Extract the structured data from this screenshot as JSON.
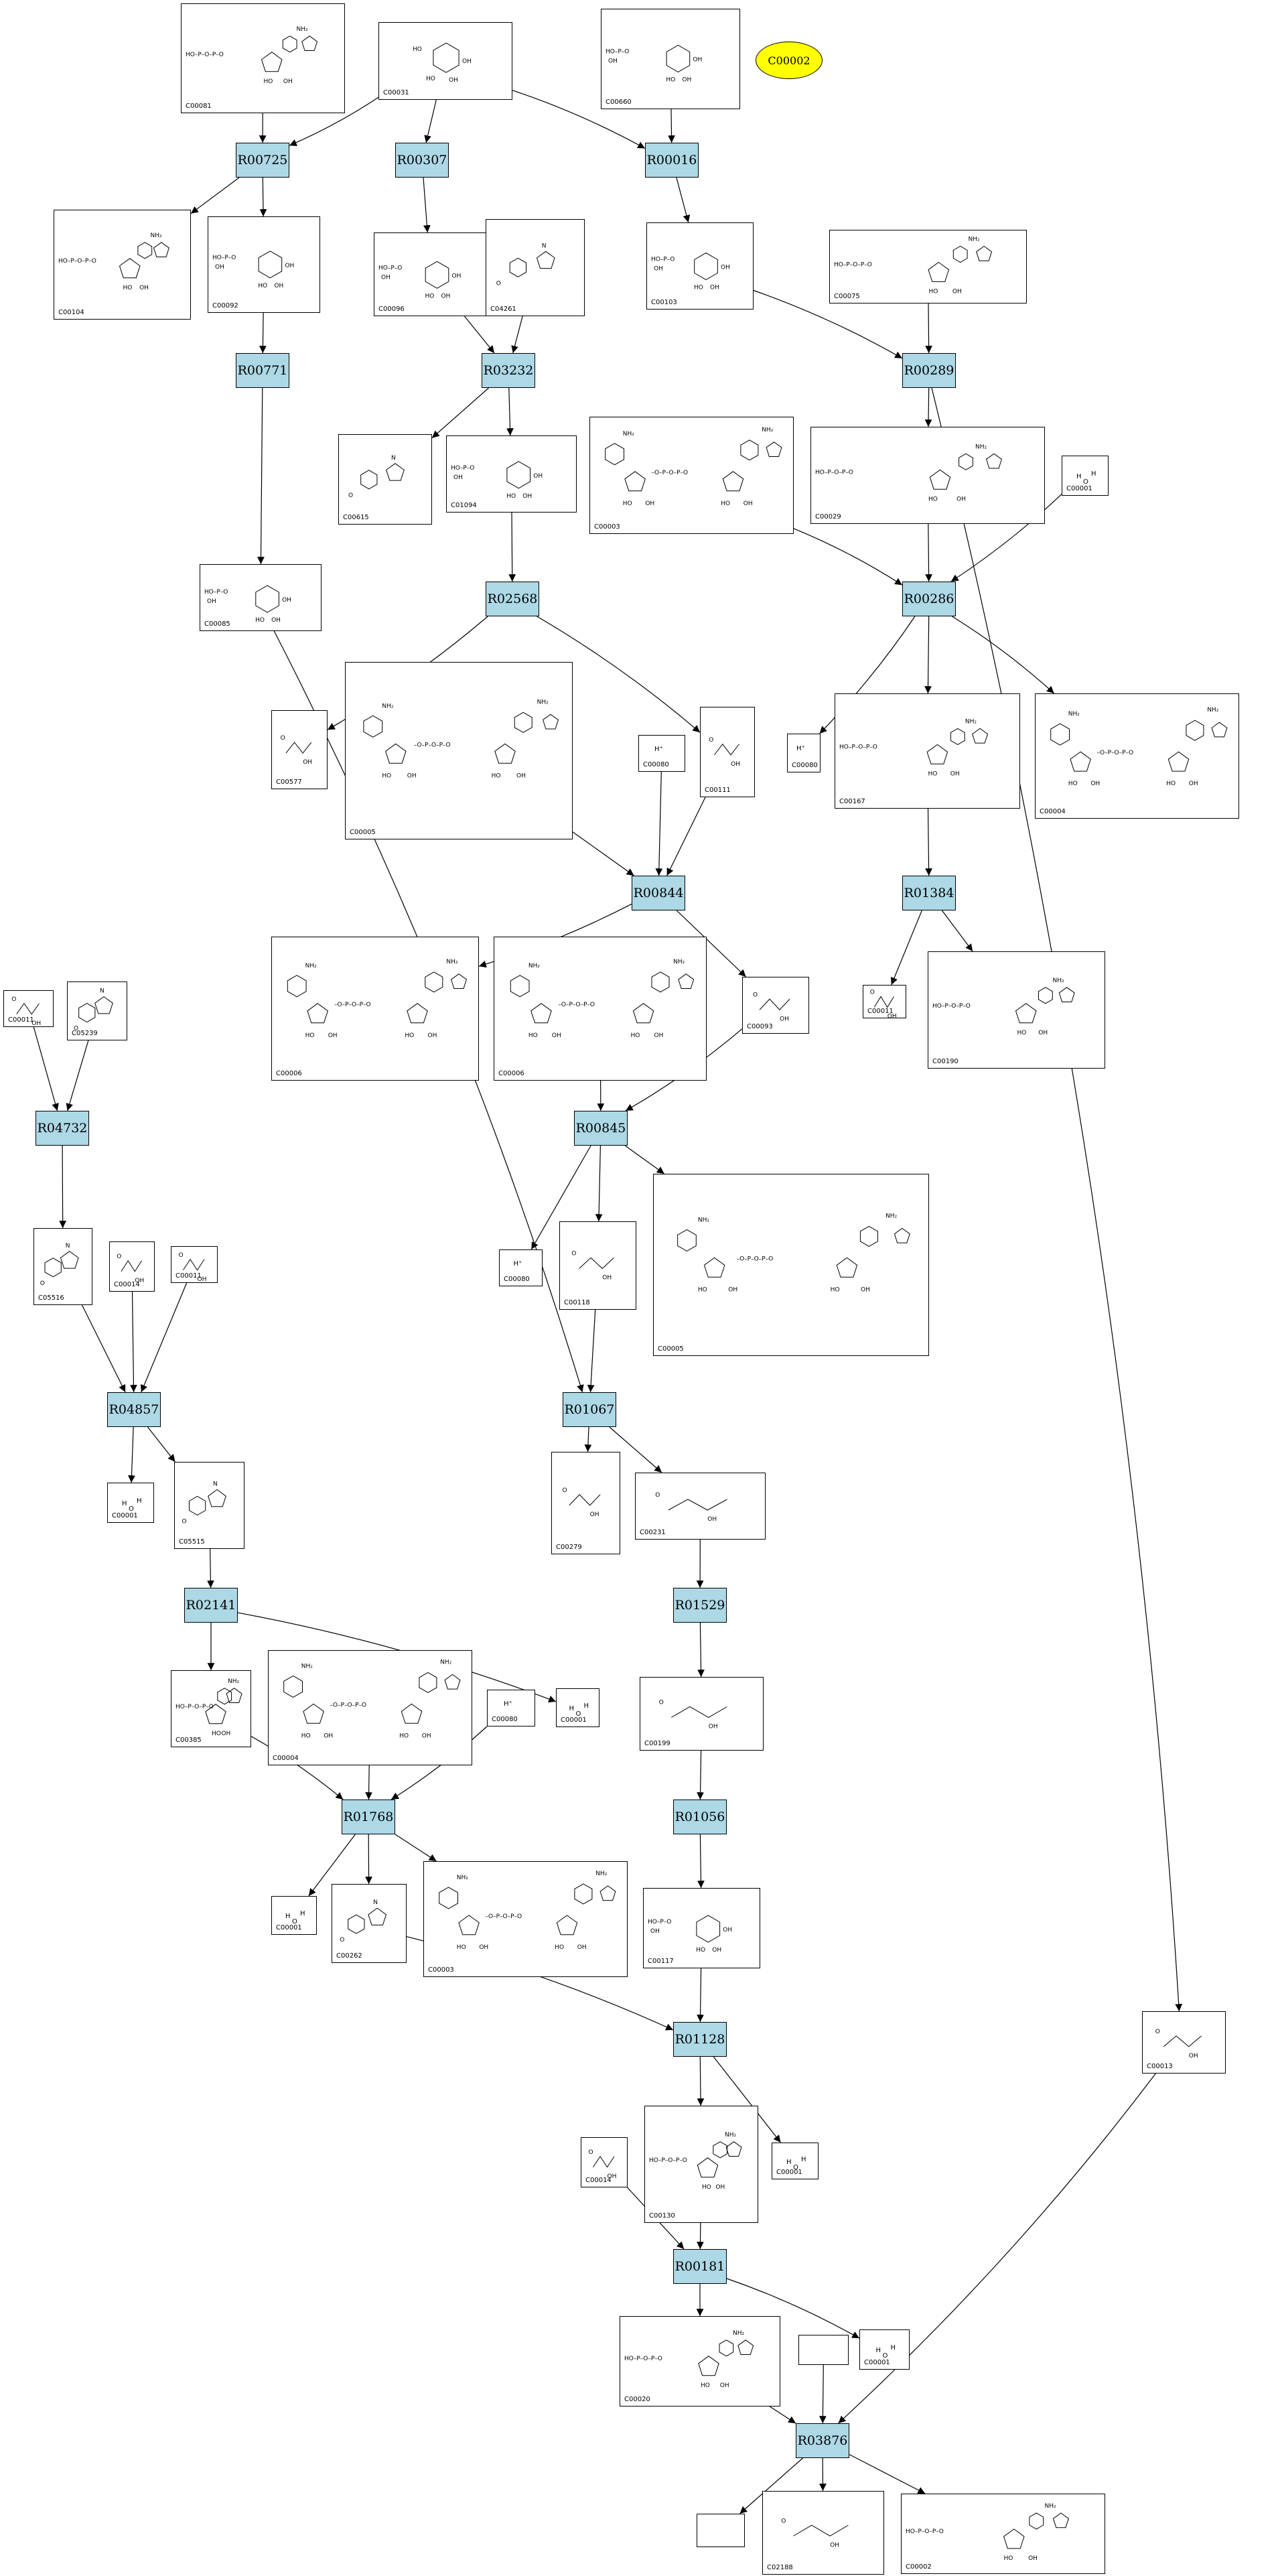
{
  "legend": {
    "label": "C00002",
    "color": "#ffff00"
  },
  "colors": {
    "reaction_fill": "#add8e6",
    "edge": "#000000"
  },
  "reactions": [
    {
      "id": "r_R00725",
      "label": "R00725"
    },
    {
      "id": "r_R00307",
      "label": "R00307"
    },
    {
      "id": "r_R00016",
      "label": "R00016"
    },
    {
      "id": "r_R00771",
      "label": "R00771"
    },
    {
      "id": "r_R03232",
      "label": "R03232"
    },
    {
      "id": "r_R00289",
      "label": "R00289"
    },
    {
      "id": "r_R02568",
      "label": "R02568"
    },
    {
      "id": "r_R00286",
      "label": "R00286"
    },
    {
      "id": "r_R00844",
      "label": "R00844"
    },
    {
      "id": "r_R01384",
      "label": "R01384"
    },
    {
      "id": "r_R04732",
      "label": "R04732"
    },
    {
      "id": "r_R00845",
      "label": "R00845"
    },
    {
      "id": "r_R04857",
      "label": "R04857"
    },
    {
      "id": "r_R01067",
      "label": "R01067"
    },
    {
      "id": "r_R02141",
      "label": "R02141"
    },
    {
      "id": "r_R01529",
      "label": "R01529"
    },
    {
      "id": "r_R01768",
      "label": "R01768"
    },
    {
      "id": "r_R01056",
      "label": "R01056"
    },
    {
      "id": "r_R01128",
      "label": "R01128"
    },
    {
      "id": "r_R00181",
      "label": "R00181"
    },
    {
      "id": "r_R03876",
      "label": "R03876"
    }
  ],
  "compounds": [
    {
      "id": "c_C00081",
      "label": "C00081"
    },
    {
      "id": "c_C00031",
      "label": "C00031"
    },
    {
      "id": "c_C00660",
      "label": "C00660"
    },
    {
      "id": "c_C00104",
      "label": "C00104"
    },
    {
      "id": "c_C00092",
      "label": "C00092"
    },
    {
      "id": "c_C00096",
      "label": "C00096"
    },
    {
      "id": "c_C04261",
      "label": "C04261"
    },
    {
      "id": "c_C00103",
      "label": "C00103"
    },
    {
      "id": "c_C00075",
      "label": "C00075"
    },
    {
      "id": "c_C00615",
      "label": "C00615"
    },
    {
      "id": "c_C01094",
      "label": "C01094"
    },
    {
      "id": "c_C00003a",
      "label": "C00003"
    },
    {
      "id": "c_C00029",
      "label": "C00029"
    },
    {
      "id": "c_C00001a",
      "label": "C00001"
    },
    {
      "id": "c_C00085",
      "label": "C00085"
    },
    {
      "id": "c_C00577",
      "label": "C00577"
    },
    {
      "id": "c_C00005a",
      "label": "C00005"
    },
    {
      "id": "c_C00080a",
      "label": "C00080"
    },
    {
      "id": "c_C00111",
      "label": "C00111"
    },
    {
      "id": "c_C00080b",
      "label": "C00080"
    },
    {
      "id": "c_C00167",
      "label": "C00167"
    },
    {
      "id": "c_C00004a",
      "label": "C00004"
    },
    {
      "id": "c_C00011a",
      "label": "C00011"
    },
    {
      "id": "c_C05239",
      "label": "C05239"
    },
    {
      "id": "c_C00006a",
      "label": "C00006"
    },
    {
      "id": "c_C00006b",
      "label": "C00006"
    },
    {
      "id": "c_C00093",
      "label": "C00093"
    },
    {
      "id": "c_C00011b",
      "label": "C00011"
    },
    {
      "id": "c_C00190",
      "label": "C00190"
    },
    {
      "id": "c_C05516",
      "label": "C05516"
    },
    {
      "id": "c_C00014a",
      "label": "C00014"
    },
    {
      "id": "c_C00011c",
      "label": "C00011"
    },
    {
      "id": "c_C00080c",
      "label": "C00080"
    },
    {
      "id": "c_C00118",
      "label": "C00118"
    },
    {
      "id": "c_C00005b",
      "label": "C00005"
    },
    {
      "id": "c_C00001b",
      "label": "C00001"
    },
    {
      "id": "c_C05515",
      "label": "C05515"
    },
    {
      "id": "c_C00279",
      "label": "C00279"
    },
    {
      "id": "c_C00231",
      "label": "C00231"
    },
    {
      "id": "c_C00385",
      "label": "C00385"
    },
    {
      "id": "c_C00004b",
      "label": "C00004"
    },
    {
      "id": "c_C00080d",
      "label": "C00080"
    },
    {
      "id": "c_C00001c",
      "label": "C00001"
    },
    {
      "id": "c_C00199",
      "label": "C00199"
    },
    {
      "id": "c_C00001d",
      "label": "C00001"
    },
    {
      "id": "c_C00262",
      "label": "C00262"
    },
    {
      "id": "c_C00003b",
      "label": "C00003"
    },
    {
      "id": "c_C00117",
      "label": "C00117"
    },
    {
      "id": "c_C00013",
      "label": "C00013"
    },
    {
      "id": "c_C00014b",
      "label": "C00014"
    },
    {
      "id": "c_C00130",
      "label": "C00130"
    },
    {
      "id": "c_C00001e",
      "label": "C00001"
    },
    {
      "id": "c_C00020",
      "label": "C00020"
    },
    {
      "id": "c_C00001f",
      "label": "C00001"
    },
    {
      "id": "c_blank1",
      "label": ""
    },
    {
      "id": "c_blank2",
      "label": ""
    },
    {
      "id": "c_C02188",
      "label": "C02188"
    },
    {
      "id": "c_C00002",
      "label": "C00002"
    }
  ],
  "edges": [
    [
      "c_C00081",
      "r_R00725"
    ],
    [
      "c_C00031",
      "r_R00725"
    ],
    [
      "r_R00725",
      "c_C00104"
    ],
    [
      "r_R00725",
      "c_C00092"
    ],
    [
      "c_C00031",
      "r_R00307"
    ],
    [
      "c_C00031",
      "r_R00016"
    ],
    [
      "c_C00660",
      "r_R00016"
    ],
    [
      "r_R00307",
      "c_C00096"
    ],
    [
      "r_R00016",
      "c_C00103"
    ],
    [
      "c_C00092",
      "r_R00771"
    ],
    [
      "c_C00096",
      "r_R03232"
    ],
    [
      "c_C04261",
      "r_R03232"
    ],
    [
      "r_R03232",
      "c_C00615"
    ],
    [
      "r_R03232",
      "c_C01094"
    ],
    [
      "c_C00103",
      "r_R00289"
    ],
    [
      "c_C00075",
      "r_R00289"
    ],
    [
      "r_R00289",
      "c_C00029"
    ],
    [
      "r_R00289",
      "c_C00013"
    ],
    [
      "r_R00771",
      "c_C00085"
    ],
    [
      "c_C01094",
      "r_R02568"
    ],
    [
      "r_R02568",
      "c_C00577"
    ],
    [
      "r_R02568",
      "c_C00111"
    ],
    [
      "c_C00003a",
      "r_R00286"
    ],
    [
      "c_C00029",
      "r_R00286"
    ],
    [
      "c_C00001a",
      "r_R00286"
    ],
    [
      "r_R00286",
      "c_C00080a"
    ],
    [
      "r_R00286",
      "c_C00167"
    ],
    [
      "r_R00286",
      "c_C00004a"
    ],
    [
      "c_C00005a",
      "r_R00844"
    ],
    [
      "c_C00080b",
      "r_R00844"
    ],
    [
      "c_C00111",
      "r_R00844"
    ],
    [
      "r_R00844",
      "c_C00006a"
    ],
    [
      "r_R00844",
      "c_C00093"
    ],
    [
      "c_C00167",
      "r_R01384"
    ],
    [
      "r_R01384",
      "c_C00011b"
    ],
    [
      "r_R01384",
      "c_C00190"
    ],
    [
      "c_C00011a",
      "r_R04732"
    ],
    [
      "c_C05239",
      "r_R04732"
    ],
    [
      "r_R04732",
      "c_C05516"
    ],
    [
      "c_C00006b",
      "r_R00845"
    ],
    [
      "c_C00093",
      "r_R00845"
    ],
    [
      "r_R00845",
      "c_C00080c"
    ],
    [
      "r_R00845",
      "c_C00118"
    ],
    [
      "r_R00845",
      "c_C00005b"
    ],
    [
      "c_C05516",
      "r_R04857"
    ],
    [
      "c_C00014a",
      "r_R04857"
    ],
    [
      "c_C00011c",
      "r_R04857"
    ],
    [
      "r_R04857",
      "c_C00001b"
    ],
    [
      "r_R04857",
      "c_C05515"
    ],
    [
      "c_C00085",
      "r_R01067"
    ],
    [
      "c_C00118",
      "r_R01067"
    ],
    [
      "r_R01067",
      "c_C00279"
    ],
    [
      "r_R01067",
      "c_C00231"
    ],
    [
      "c_C05515",
      "r_R02141"
    ],
    [
      "r_R02141",
      "c_C00385"
    ],
    [
      "r_R02141",
      "c_C00001c"
    ],
    [
      "c_C00231",
      "r_R01529"
    ],
    [
      "r_R01529",
      "c_C00199"
    ],
    [
      "c_C00385",
      "r_R01768"
    ],
    [
      "c_C00004b",
      "r_R01768"
    ],
    [
      "c_C00080d",
      "r_R01768"
    ],
    [
      "r_R01768",
      "c_C00001d"
    ],
    [
      "r_R01768",
      "c_C00262"
    ],
    [
      "r_R01768",
      "c_C00003b"
    ],
    [
      "c_C00199",
      "r_R01056"
    ],
    [
      "r_R01056",
      "c_C00117"
    ],
    [
      "c_C00117",
      "r_R01128"
    ],
    [
      "c_C00262",
      "r_R01128"
    ],
    [
      "r_R01128",
      "c_C00130"
    ],
    [
      "r_R01128",
      "c_C00001e"
    ],
    [
      "c_C00014b",
      "r_R00181"
    ],
    [
      "c_C00130",
      "r_R00181"
    ],
    [
      "r_R00181",
      "c_C00020"
    ],
    [
      "r_R00181",
      "c_C00001f"
    ],
    [
      "c_C00020",
      "r_R03876"
    ],
    [
      "c_blank1",
      "r_R03876"
    ],
    [
      "c_C00013",
      "r_R03876"
    ],
    [
      "r_R03876",
      "c_blank2"
    ],
    [
      "r_R03876",
      "c_C02188"
    ],
    [
      "r_R03876",
      "c_C00002"
    ]
  ]
}
